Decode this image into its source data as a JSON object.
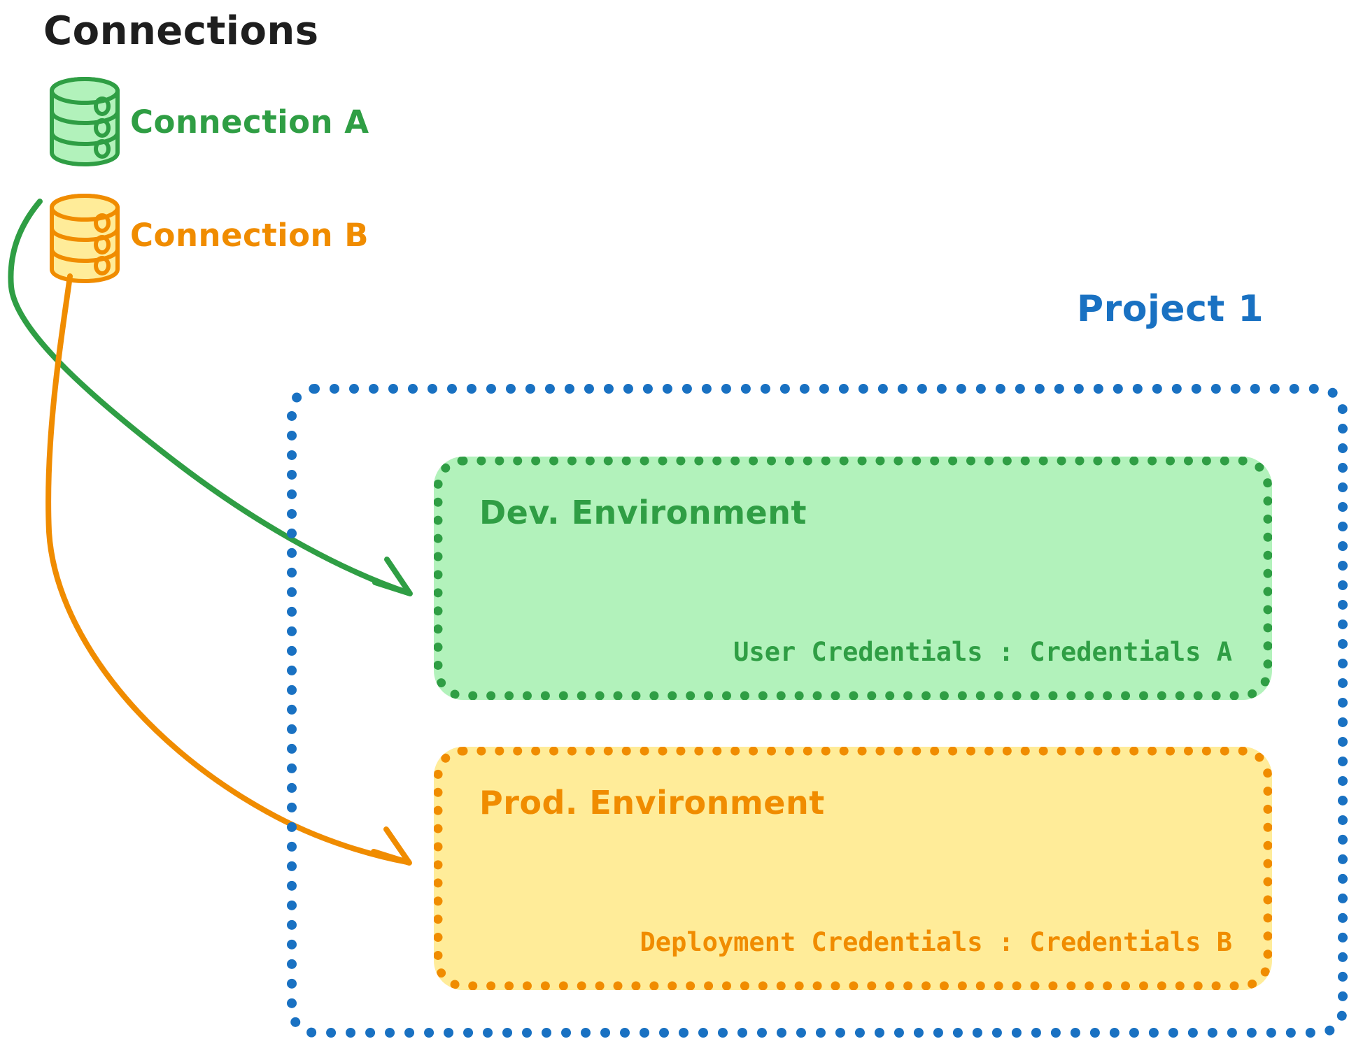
{
  "title": "Connections",
  "colors": {
    "green_stroke": "#2f9e44",
    "green_fill": "#b2f2bb",
    "orange_stroke": "#f08c00",
    "orange_fill": "#ffec99",
    "blue_stroke": "#1971c2",
    "title_text": "#1e1e1e"
  },
  "connections": [
    {
      "label": "Connection A",
      "icon": "database-icon",
      "color": "#2f9e44"
    },
    {
      "label": "Connection B",
      "icon": "database-icon",
      "color": "#f08c00"
    }
  ],
  "project": {
    "title": "Project 1",
    "environments": [
      {
        "title": "Dev. Environment",
        "credentials": "User Credentials : Credentials A",
        "color": "#2f9e44"
      },
      {
        "title": "Prod. Environment",
        "credentials": "Deployment Credentials : Credentials B",
        "color": "#f08c00"
      }
    ]
  },
  "arrows": [
    {
      "name": "arrow-connection-a-to-dev",
      "from": "Connection A",
      "to": "Dev. Environment",
      "color": "#2f9e44"
    },
    {
      "name": "arrow-connection-b-to-prod",
      "from": "Connection B",
      "to": "Prod. Environment",
      "color": "#f08c00"
    }
  ]
}
